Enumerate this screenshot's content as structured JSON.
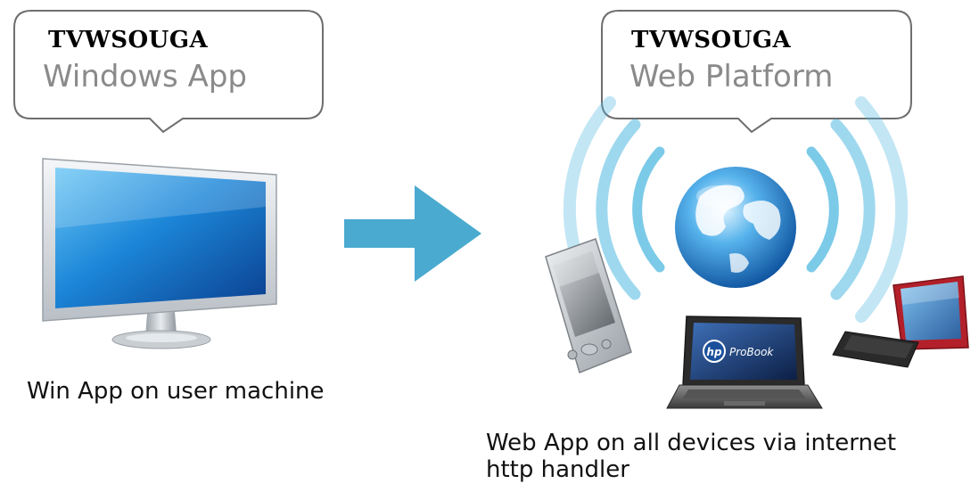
{
  "left_bubble": {
    "title": "TVWSOUGA",
    "subtitle": "Windows App"
  },
  "right_bubble": {
    "title": "TVWSOUGA",
    "subtitle": "Web Platform"
  },
  "left_caption": "Win App on user machine",
  "right_caption": {
    "line1": "Web App on all devices via internet",
    "line2": "http handler"
  },
  "laptop_brand": {
    "logo": "hp",
    "model": "ProBook"
  },
  "colors": {
    "arrow": "#4aaad0",
    "screen": "#1f7fd1",
    "waves": "#4fb8e0",
    "bubble_border": "#6e6e6e"
  },
  "icons": [
    "desktop-monitor-icon",
    "arrow-right-icon",
    "globe-icon",
    "pda-icon",
    "laptop-icon",
    "tablet-icon"
  ]
}
